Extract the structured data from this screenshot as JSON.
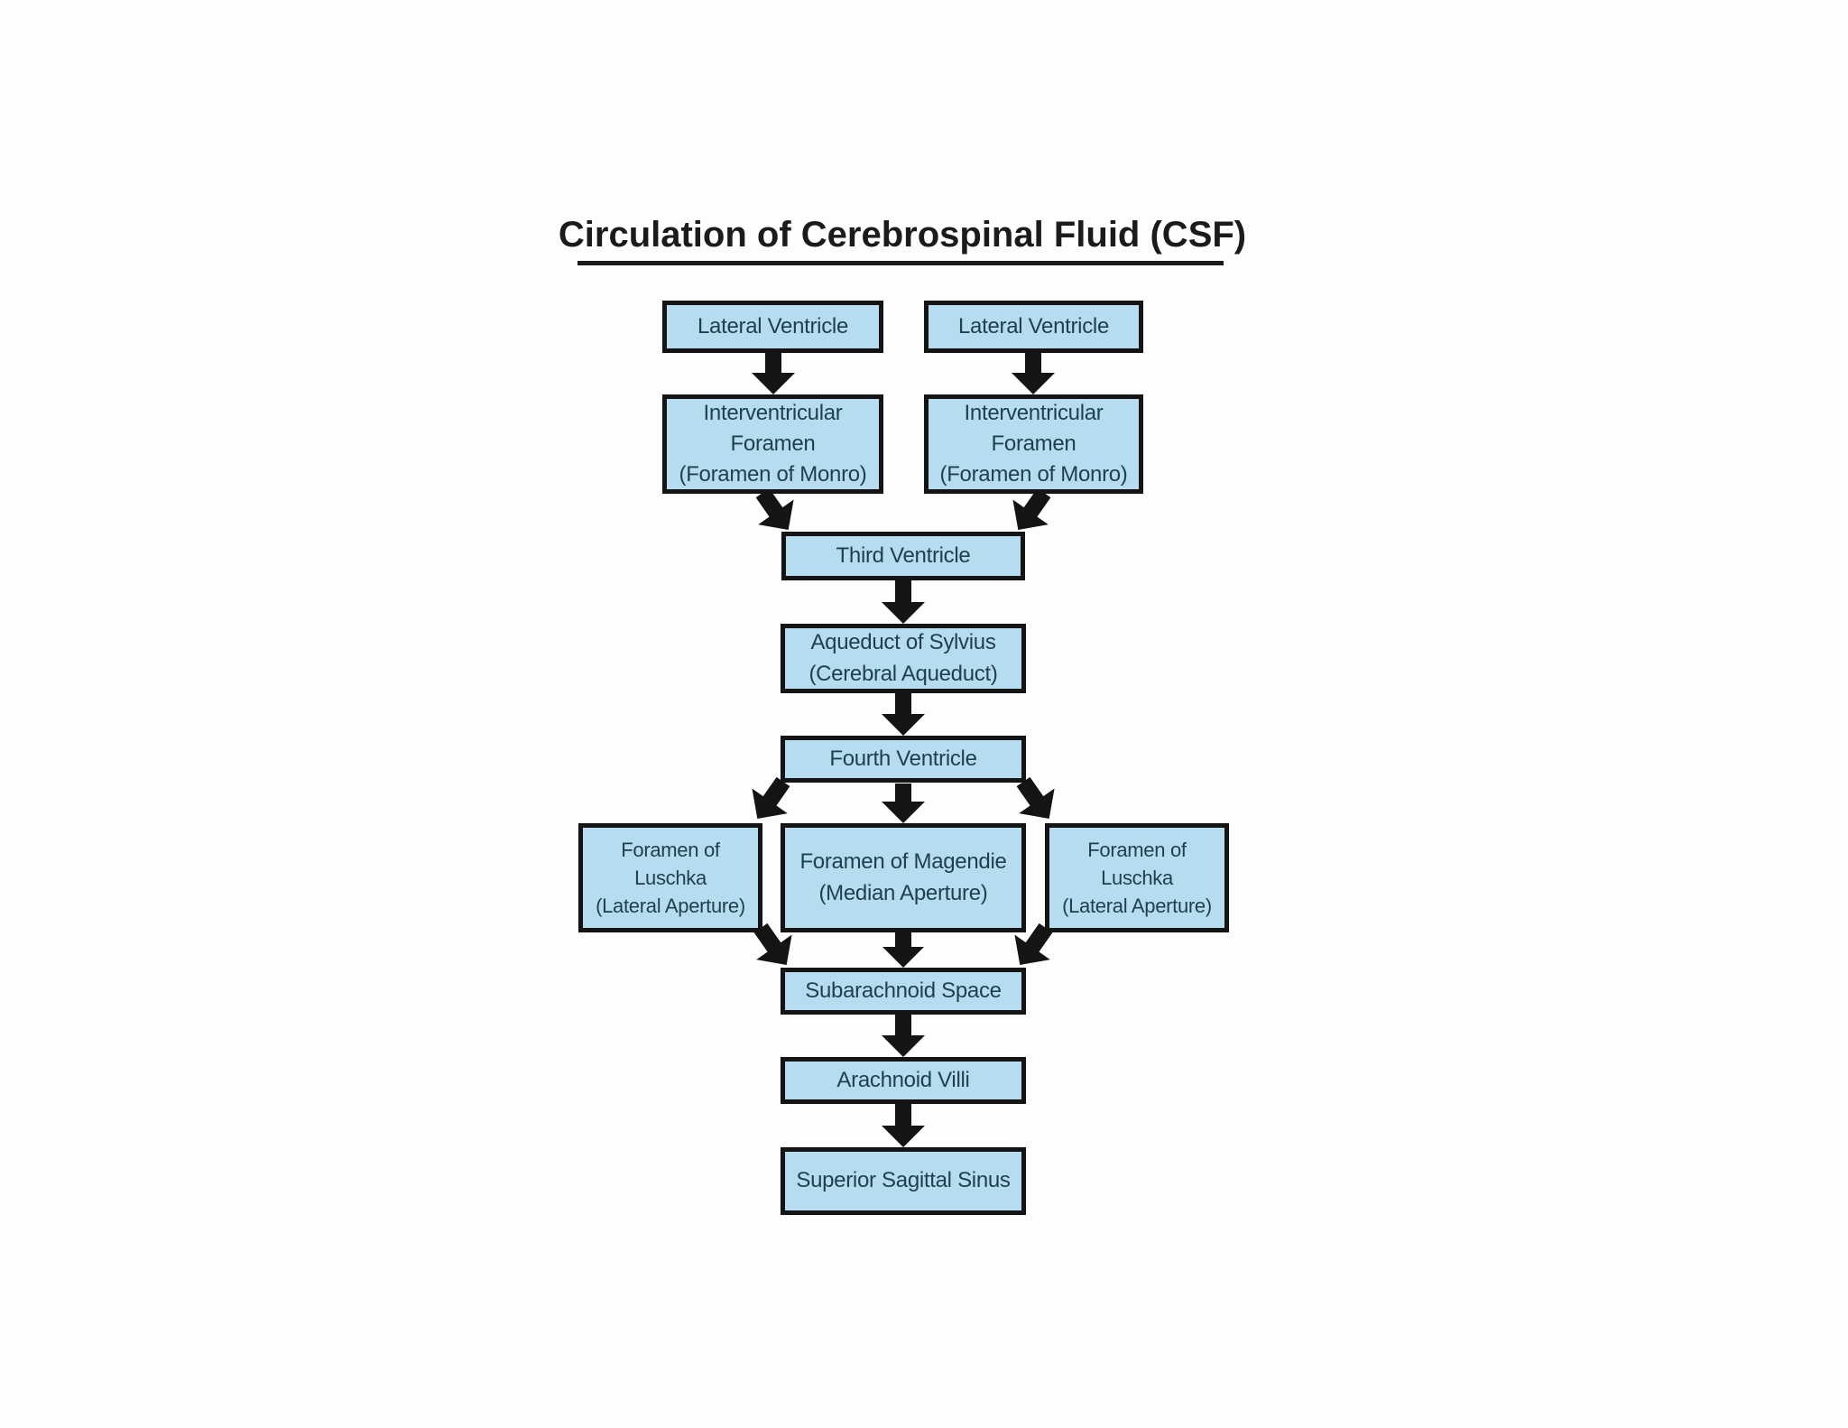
{
  "title": {
    "text": "Circulation of Cerebrospinal Fluid (CSF)"
  },
  "colors": {
    "background": "#fdfdfd",
    "box_fill": "#b5ddef",
    "box_border": "#141414",
    "box_text": "#1f3e52",
    "title_text": "#1b1b1b",
    "arrow": "#141414"
  },
  "flowchart": {
    "type": "flowchart",
    "nodes": [
      {
        "id": "lateral-ventricle-left",
        "label": "Lateral Ventricle"
      },
      {
        "id": "lateral-ventricle-right",
        "label": "Lateral Ventricle"
      },
      {
        "id": "interventricular-foramen-left",
        "label": "Interventricular\nForamen\n(Foramen of Monro)"
      },
      {
        "id": "interventricular-foramen-right",
        "label": "Interventricular\nForamen\n(Foramen of Monro)"
      },
      {
        "id": "third-ventricle",
        "label": "Third Ventricle"
      },
      {
        "id": "aqueduct-of-sylvius",
        "label": "Aqueduct of Sylvius\n(Cerebral Aqueduct)"
      },
      {
        "id": "fourth-ventricle",
        "label": "Fourth Ventricle"
      },
      {
        "id": "foramen-of-luschka-left",
        "label": "Foramen of\nLuschka\n(Lateral Aperture)"
      },
      {
        "id": "foramen-of-magendie",
        "label": "Foramen of Magendie\n(Median Aperture)"
      },
      {
        "id": "foramen-of-luschka-right",
        "label": "Foramen of\nLuschka\n(Lateral Aperture)"
      },
      {
        "id": "subarachnoid-space",
        "label": "Subarachnoid Space"
      },
      {
        "id": "arachnoid-villi",
        "label": "Arachnoid Villi"
      },
      {
        "id": "superior-sagittal-sinus",
        "label": "Superior Sagittal Sinus"
      }
    ],
    "edges": [
      {
        "from": "lateral-ventricle-left",
        "to": "interventricular-foramen-left"
      },
      {
        "from": "lateral-ventricle-right",
        "to": "interventricular-foramen-right"
      },
      {
        "from": "interventricular-foramen-left",
        "to": "third-ventricle"
      },
      {
        "from": "interventricular-foramen-right",
        "to": "third-ventricle"
      },
      {
        "from": "third-ventricle",
        "to": "aqueduct-of-sylvius"
      },
      {
        "from": "aqueduct-of-sylvius",
        "to": "fourth-ventricle"
      },
      {
        "from": "fourth-ventricle",
        "to": "foramen-of-luschka-left"
      },
      {
        "from": "fourth-ventricle",
        "to": "foramen-of-magendie"
      },
      {
        "from": "fourth-ventricle",
        "to": "foramen-of-luschka-right"
      },
      {
        "from": "foramen-of-luschka-left",
        "to": "subarachnoid-space"
      },
      {
        "from": "foramen-of-magendie",
        "to": "subarachnoid-space"
      },
      {
        "from": "foramen-of-luschka-right",
        "to": "subarachnoid-space"
      },
      {
        "from": "subarachnoid-space",
        "to": "arachnoid-villi"
      },
      {
        "from": "arachnoid-villi",
        "to": "superior-sagittal-sinus"
      }
    ]
  }
}
